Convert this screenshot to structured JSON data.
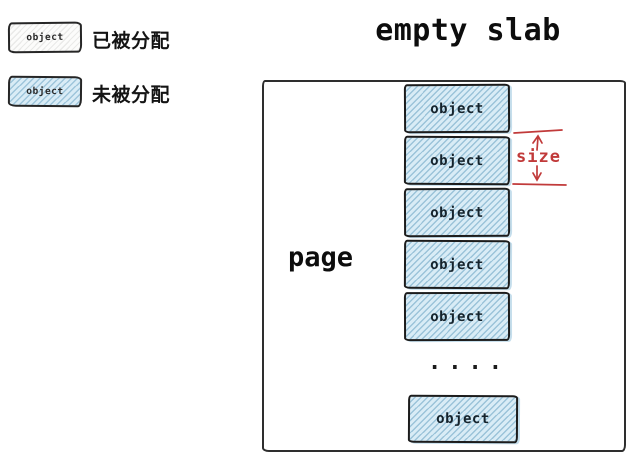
{
  "title": "empty slab",
  "legend": {
    "allocated": {
      "swatch_label": "object",
      "label": "已被分配"
    },
    "free": {
      "swatch_label": "object",
      "label": "未被分配"
    }
  },
  "page": {
    "label": "page",
    "objects": [
      "object",
      "object",
      "object",
      "object",
      "object"
    ],
    "ellipsis": "....",
    "last_object_label": "object"
  },
  "size_annotation": {
    "label": "size"
  },
  "colors": {
    "unallocated_fill": "#d9ecf6",
    "unallocated_hatch": "#6ea5c4",
    "allocated_fill": "#fcfcfb",
    "annotation_red": "#c13a3a",
    "ink": "#1c1c1c"
  }
}
